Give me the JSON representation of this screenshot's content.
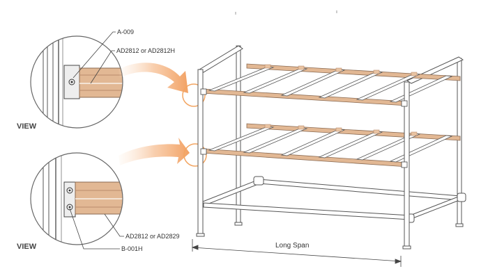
{
  "callouts": {
    "top_part": "A-009",
    "top_rail": "AD2812 or AD2812H",
    "bottom_rail": "AD2812 or AD2829",
    "bottom_part": "B-001H"
  },
  "view_labels": [
    "VIEW",
    "VIEW"
  ],
  "dimension": {
    "label": "Long Span"
  },
  "colors": {
    "rail_wood": "#e2b894",
    "rail_edge": "#b98b6b",
    "arrow": "#f2a163",
    "highlight_ring": "#f3a561",
    "frame_line": "#555555"
  }
}
